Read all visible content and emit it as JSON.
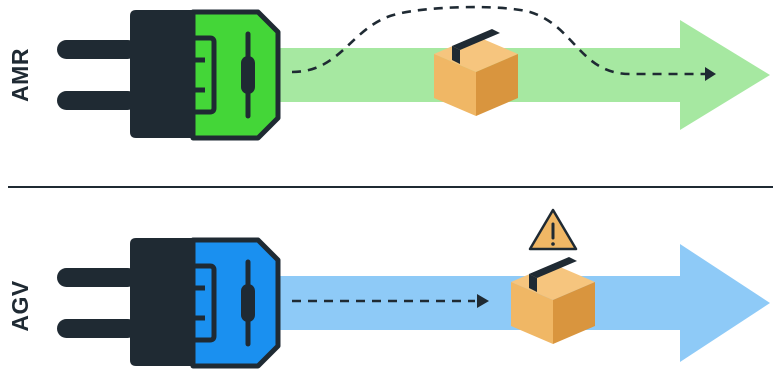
{
  "rows": {
    "top": {
      "label": "AMR",
      "arrow_color": "#a6e8a1",
      "plug_color": "#44d638",
      "path_style": "curved-dashed-around-obstacle",
      "box_icon": "cardboard-box-icon"
    },
    "bottom": {
      "label": "AGV",
      "arrow_color": "#8ecaf7",
      "plug_color": "#1a90f0",
      "path_style": "straight-dashed-blocked",
      "box_icon": "cardboard-box-icon",
      "warning_icon": "warning-triangle-icon"
    }
  },
  "colors": {
    "outline": "#1f2a33",
    "box_light": "#f0b765",
    "box_dark": "#d9953e",
    "divider": "#1f2a33",
    "warning": "#f0b765"
  }
}
